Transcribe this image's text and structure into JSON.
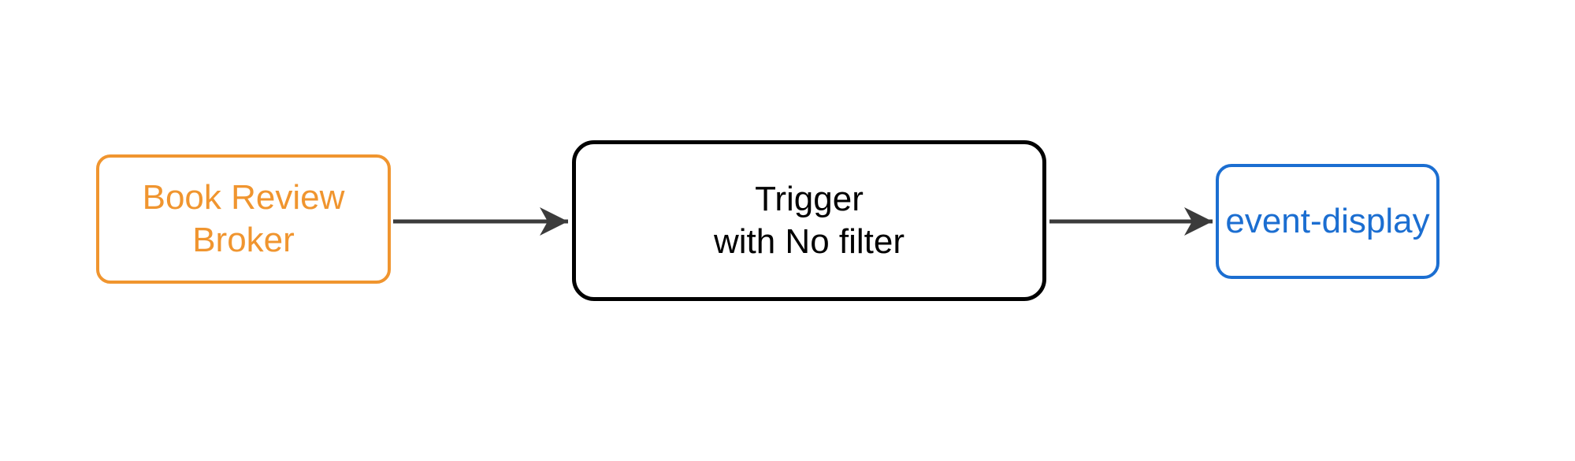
{
  "diagram": {
    "nodes": [
      {
        "id": "book-review-broker",
        "label": "Book Review\nBroker",
        "shape": "rounded-rect",
        "color_key": "broker"
      },
      {
        "id": "trigger",
        "label": "Trigger\nwith No filter",
        "shape": "rounded-rect",
        "color_key": "trigger"
      },
      {
        "id": "event-display",
        "label": "event-display",
        "shape": "rounded-rect",
        "color_key": "event"
      }
    ],
    "edges": [
      {
        "from": "book-review-broker",
        "to": "trigger",
        "style": "arrow"
      },
      {
        "from": "trigger",
        "to": "event-display",
        "style": "arrow"
      }
    ]
  },
  "theme": {
    "colors": {
      "background": "#ffffff",
      "broker": "#f0952f",
      "trigger": "#000000",
      "event": "#1b6ed1",
      "edge": "#3b3b3b"
    }
  }
}
